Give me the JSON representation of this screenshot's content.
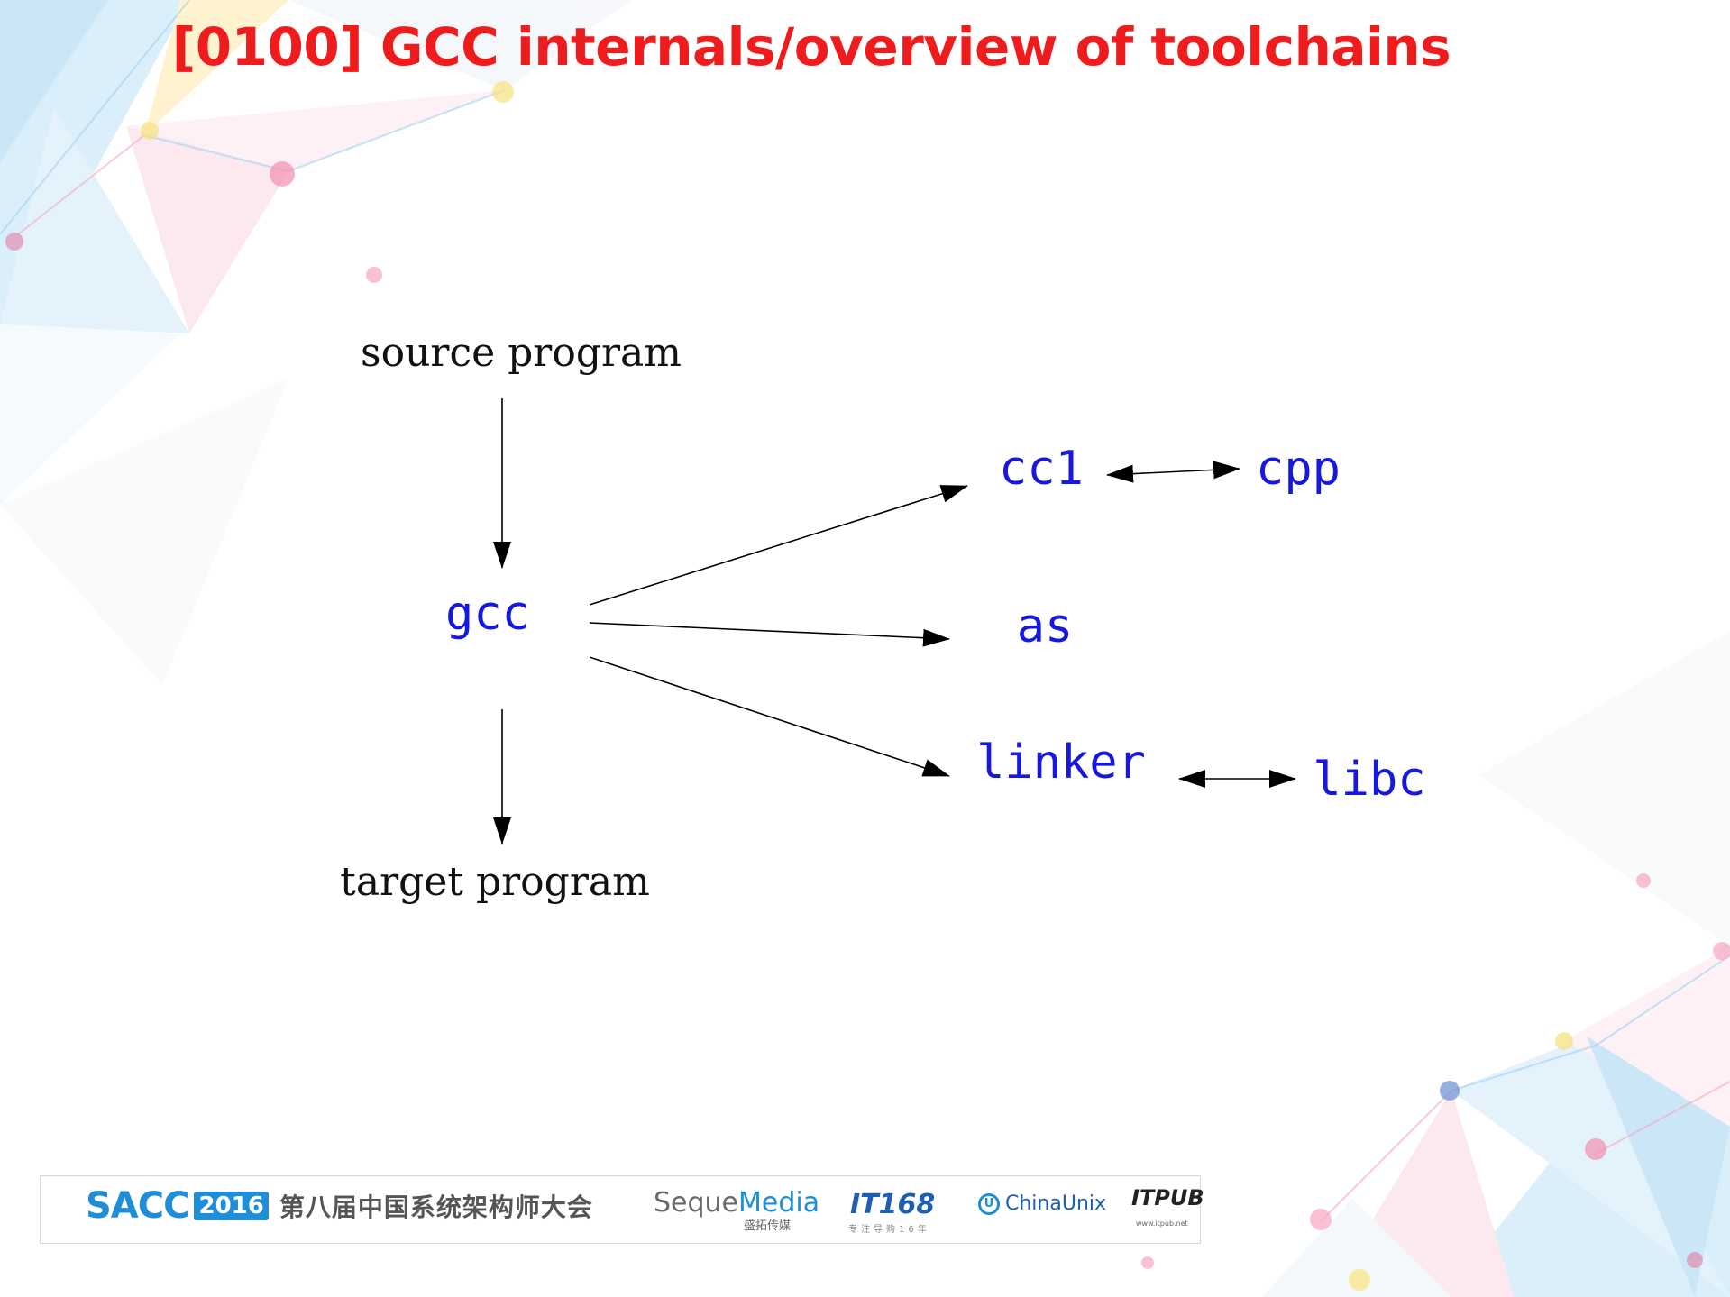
{
  "title": "[0100] GCC internals/overview of toolchains",
  "diagram": {
    "nodes": {
      "source": "source program",
      "gcc": "gcc",
      "target": "target program",
      "cc1": "cc1",
      "cpp": "cpp",
      "as": "as",
      "linker": "linker",
      "libc": "libc"
    },
    "edges": [
      {
        "from": "source",
        "to": "gcc",
        "style": "one-way"
      },
      {
        "from": "gcc",
        "to": "target",
        "style": "one-way"
      },
      {
        "from": "gcc",
        "to": "cc1",
        "style": "one-way"
      },
      {
        "from": "gcc",
        "to": "as",
        "style": "one-way"
      },
      {
        "from": "gcc",
        "to": "linker",
        "style": "one-way"
      },
      {
        "from": "cc1",
        "to": "cpp",
        "style": "two-way"
      },
      {
        "from": "linker",
        "to": "libc",
        "style": "two-way"
      }
    ]
  },
  "footer": {
    "sacc_word": "SACC",
    "sacc_year": "2016",
    "sacc_subtitle": "第八届中国系统架构师大会",
    "seque_a": "Seque",
    "seque_b": "Media",
    "seque_sub": "盛拓传媒",
    "it168": "IT168",
    "it168_sub": "专注导购16年",
    "chinaunix": "ChinaUnix",
    "itpub": "ITPUB",
    "itpub_sub": "www.itpub.net"
  },
  "colors": {
    "title": "#ee1c1c",
    "node_mono": "#1717e0",
    "node_serif": "#111111",
    "brand_blue": "#1f8ed6"
  }
}
